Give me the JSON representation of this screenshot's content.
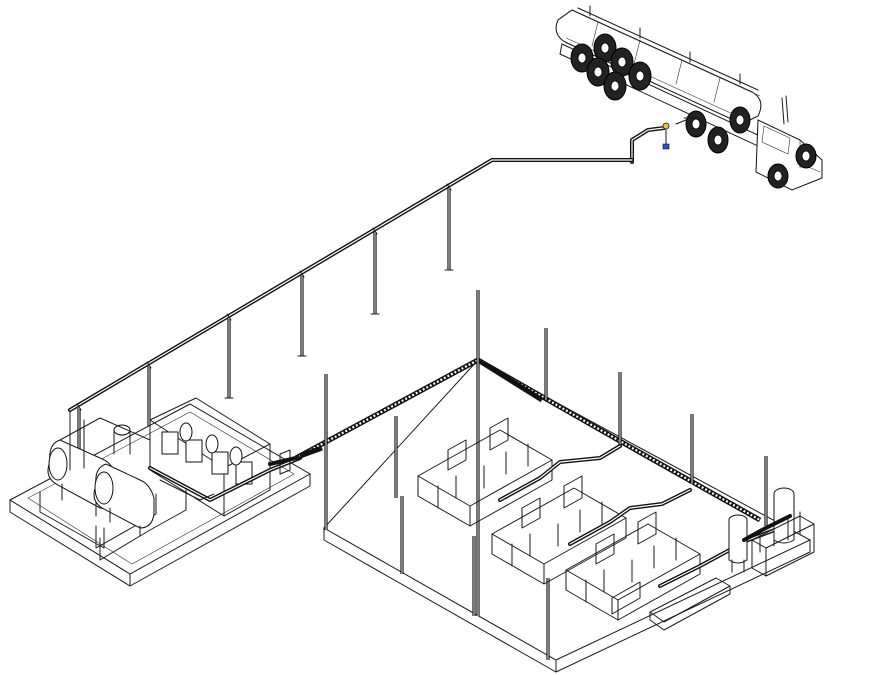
{
  "diagram": {
    "components": [
      {
        "id": "tanker-truck",
        "icon": "tanker-truck-icon"
      },
      {
        "id": "transfer-pipeline",
        "icon": "pipeline-icon"
      },
      {
        "id": "pipe-supports",
        "count": 6
      },
      {
        "id": "storage-tank-pad",
        "icon": "storage-tank-icon"
      },
      {
        "id": "pump-station",
        "icon": "pump-icon"
      },
      {
        "id": "main-building-slab",
        "icon": "building-slab-icon"
      },
      {
        "id": "equipment-units",
        "count": 3
      },
      {
        "id": "vertical-tanks",
        "count": 2
      }
    ],
    "colors": {
      "line": "#1a1a1a",
      "background": "#ffffff",
      "valve_accent": "#e8c040",
      "valve_blue": "#2a4fd8"
    }
  }
}
